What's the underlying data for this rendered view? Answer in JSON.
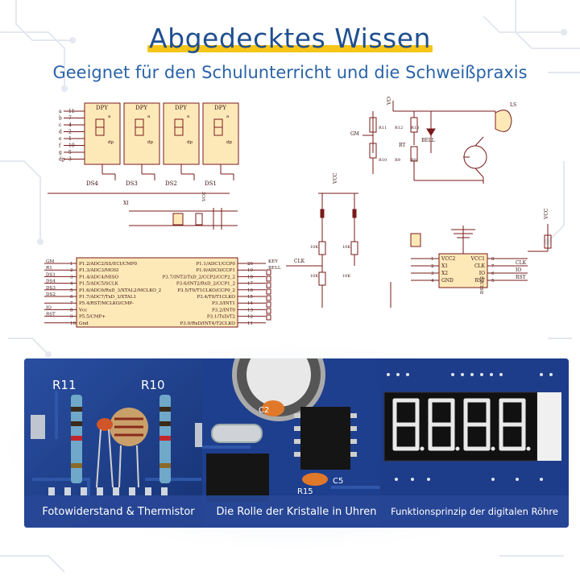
{
  "title": "Abgedecktes Wissen",
  "subtitle": "Geeignet für den Schulunterricht und die Schweißpraxis",
  "colors": {
    "title": "#1f4f8f",
    "subtitle": "#2a63a8",
    "highlight": "#f5c518",
    "schematic_line": "#7a1a1a",
    "display_box": "#fde9b8",
    "chip_box": "#fde9b8",
    "pcb_blue": "#1c3f8c",
    "caption_bg": "#2846a0"
  },
  "schematic": {
    "display": {
      "labels": [
        "DPY",
        "DPY",
        "DPY",
        "DPY"
      ],
      "segments": [
        "a",
        "b",
        "c",
        "d",
        "e",
        "f",
        "g",
        "dp"
      ],
      "digit_names": [
        "DS4",
        "DS3",
        "DS2",
        "DS1"
      ],
      "pin_numbers_left": [
        "11",
        "7",
        "4",
        "2",
        "1",
        "10",
        "5",
        "3"
      ],
      "left_letters": [
        "a",
        "b",
        "c",
        "d",
        "e",
        "f",
        "g",
        "dp"
      ]
    },
    "sensors": {
      "vcc": "VCC",
      "gm": "GM",
      "rt": "RT",
      "bell": "BELL",
      "r_labels": [
        "R11",
        "R12",
        "R13",
        "R10",
        "R9",
        "R8"
      ],
      "ls": "LS"
    },
    "crystal": {
      "xi": "XI"
    },
    "switches": {
      "vcc": "VCC",
      "r_labels": [
        "10K",
        "10K",
        "10K",
        "10K"
      ]
    },
    "mcu": {
      "left_pins": [
        "P1.2/ADC2/SS/ECI/CMP0",
        "P1.3/ADC3/MOSI",
        "P1.4/ADC4/MISO",
        "P1.5/ADC5/SCLK",
        "P1.6/ADC6/RxD_3/XTAL2/MCLKO_2",
        "P1.7/ADC7/TxD_3/XTAL1",
        "P5.4/RST/MCLKO/CMP-",
        "Vcc",
        "P5.5/CMP+",
        "Gnd"
      ],
      "right_pins": [
        "P1.1/ADC1/CCP0",
        "P1.0/ADC0/CCP1",
        "P3.7/INT3/TxD_2/CCP2/CCP2_2",
        "P3.6/INT2/RxD_2/CCP1_2",
        "P3.5/T0/T1CLKO/CCP0_2",
        "P3.4/T0/T1CLKO",
        "P3.3/INT1",
        "P3.2/INT0",
        "P3.1/TxD/T2",
        "P3.0/RxD/INT4/T2CLKO"
      ],
      "left_nets": [
        "GM",
        "R1",
        "DS1",
        "DS4",
        "DS3",
        "DS2",
        "",
        "IO",
        "RST",
        ""
      ],
      "left_nums": [
        "1",
        "2",
        "3",
        "4",
        "5",
        "6",
        "7",
        "8",
        "9",
        "10"
      ],
      "right_nums": [
        "20",
        "19",
        "18",
        "17",
        "16",
        "15",
        "14",
        "13",
        "12",
        "11"
      ],
      "right_nets": [
        "KEY",
        "BELL",
        "",
        "",
        "",
        "",
        "",
        "",
        "",
        ""
      ],
      "clk": "CLK"
    },
    "rtc": {
      "pins_left": [
        "VCC2",
        "X1",
        "X2",
        "GND"
      ],
      "pins_right": [
        "VCC1",
        "CLK",
        "IO",
        "RST"
      ],
      "name": "DS1302",
      "nets_right": [
        "CLK",
        "IO",
        "RST"
      ],
      "nums_left": [
        "1",
        "2",
        "3",
        "4"
      ],
      "nums_right": [
        "8",
        "7",
        "6",
        "5"
      ],
      "vcc": "VCC"
    }
  },
  "panels": [
    {
      "caption": "Fotowiderstand & Thermistor",
      "labels": [
        "R11",
        "R10"
      ]
    },
    {
      "caption": "Die Rolle der Kristalle in Uhren",
      "labels": [
        "C2",
        "C5",
        "R15"
      ]
    },
    {
      "caption": "Funktionsprinzip der digitalen Röhre",
      "labels": []
    }
  ]
}
